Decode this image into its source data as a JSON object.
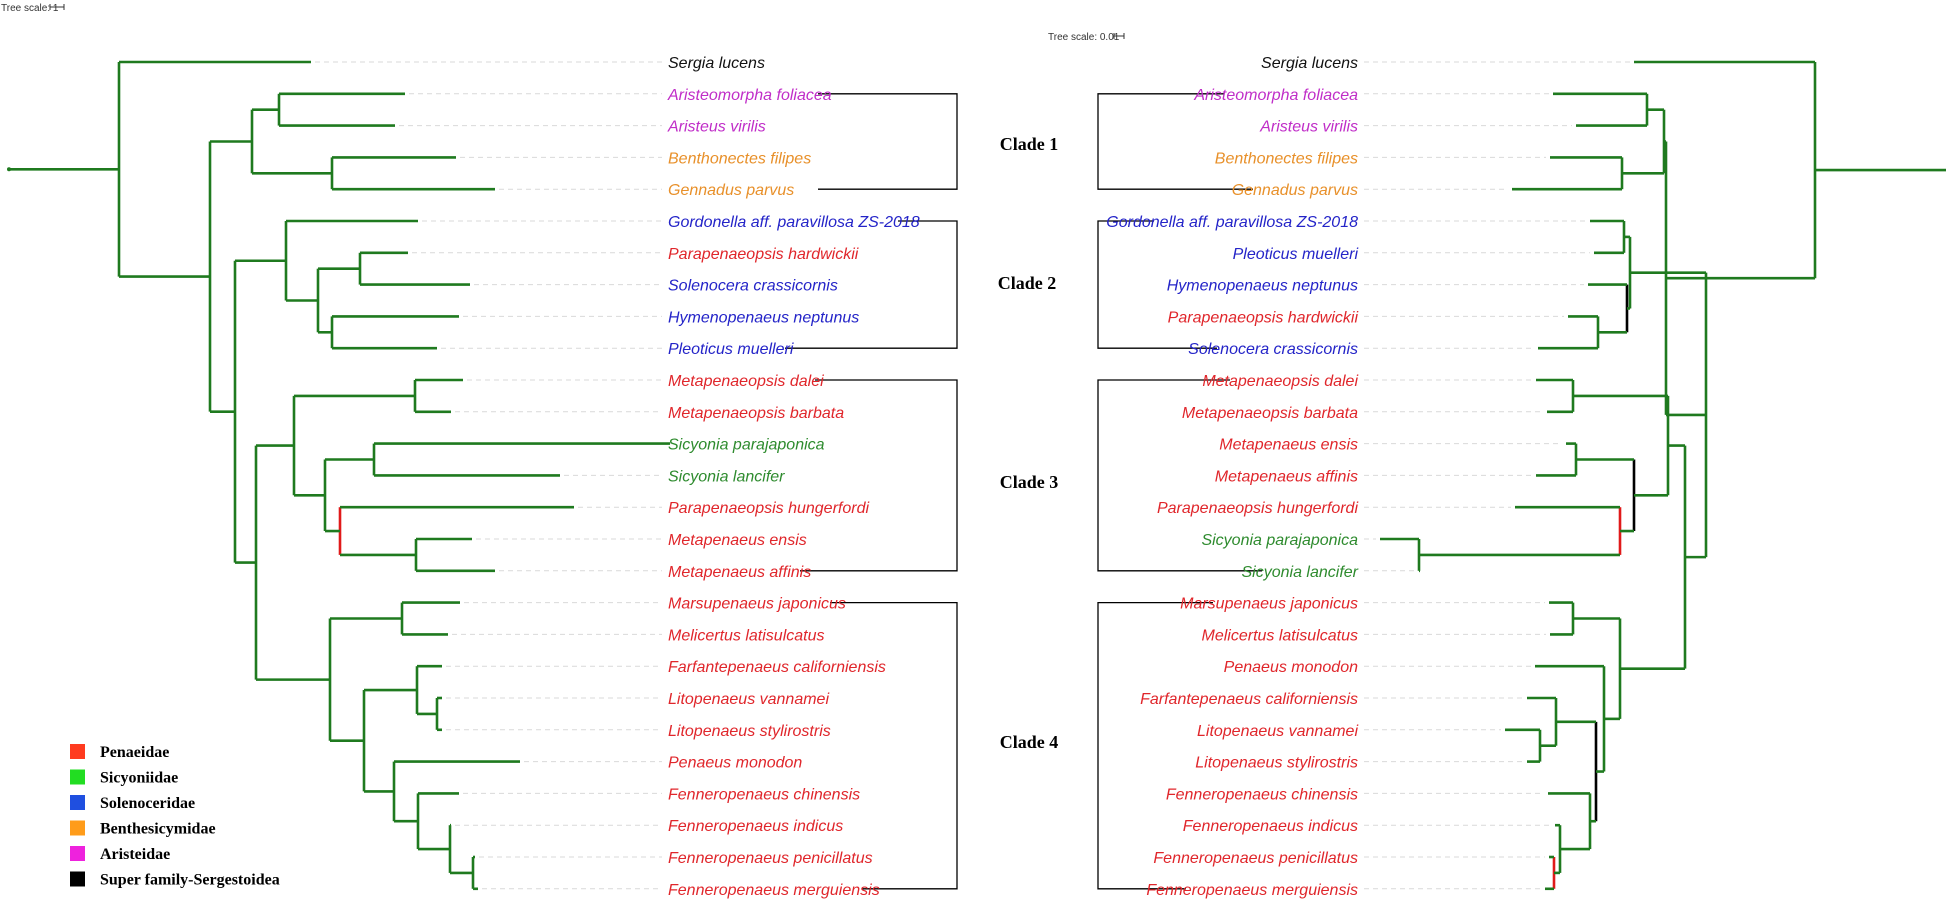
{
  "colors": {
    "branch": "#1f7a1f",
    "branch_highlight": "#e01a1a",
    "branch_dark": "#000000",
    "dashes": "#d9d9d9",
    "Penaeidae": "#e0262b",
    "Sicyoniidae": "#2e8b2e",
    "Solenoceridae": "#2424c8",
    "Benthesicymidae": "#e8902a",
    "Aristeidae": "#c02ec8",
    "Sergestoidea": "#111111"
  },
  "left_tree": {
    "scale_label": "Tree scale: 1",
    "taxa": [
      {
        "name": "Sergia lucens",
        "family": "Sergestoidea"
      },
      {
        "name": "Aristeomorpha foliacea",
        "family": "Aristeidae"
      },
      {
        "name": "Aristeus virilis",
        "family": "Aristeidae"
      },
      {
        "name": "Benthonectes filipes",
        "family": "Benthesicymidae"
      },
      {
        "name": "Gennadus parvus",
        "family": "Benthesicymidae"
      },
      {
        "name": "Gordonella aff. paravillosa ZS-2018",
        "family": "Solenoceridae"
      },
      {
        "name": "Parapenaeopsis hardwickii",
        "family": "Penaeidae"
      },
      {
        "name": "Solenocera crassicornis",
        "family": "Solenoceridae"
      },
      {
        "name": "Hymenopenaeus neptunus",
        "family": "Solenoceridae"
      },
      {
        "name": "Pleoticus muelleri",
        "family": "Solenoceridae"
      },
      {
        "name": "Metapenaeopsis dalei",
        "family": "Penaeidae"
      },
      {
        "name": "Metapenaeopsis barbata",
        "family": "Penaeidae"
      },
      {
        "name": "Sicyonia parajaponica",
        "family": "Sicyoniidae"
      },
      {
        "name": "Sicyonia lancifer",
        "family": "Sicyoniidae"
      },
      {
        "name": "Parapenaeopsis hungerfordi",
        "family": "Penaeidae"
      },
      {
        "name": "Metapenaeus ensis",
        "family": "Penaeidae"
      },
      {
        "name": "Metapenaeus affinis",
        "family": "Penaeidae"
      },
      {
        "name": "Marsupenaeus japonicus",
        "family": "Penaeidae"
      },
      {
        "name": "Melicertus latisulcatus",
        "family": "Penaeidae"
      },
      {
        "name": "Farfantepenaeus californiensis",
        "family": "Penaeidae"
      },
      {
        "name": "Litopenaeus vannamei",
        "family": "Penaeidae"
      },
      {
        "name": "Litopenaeus stylirostris",
        "family": "Penaeidae"
      },
      {
        "name": "Penaeus monodon",
        "family": "Penaeidae"
      },
      {
        "name": "Fenneropenaeus chinensis",
        "family": "Penaeidae"
      },
      {
        "name": "Fenneropenaeus indicus",
        "family": "Penaeidae"
      },
      {
        "name": "Fenneropenaeus penicillatus",
        "family": "Penaeidae"
      },
      {
        "name": "Fenneropenaeus merguiensis",
        "family": "Penaeidae"
      }
    ]
  },
  "right_tree": {
    "scale_label": "Tree scale: 0.01",
    "taxa": [
      {
        "name": "Sergia lucens",
        "family": "Sergestoidea"
      },
      {
        "name": "Aristeomorpha foliacea",
        "family": "Aristeidae"
      },
      {
        "name": "Aristeus virilis",
        "family": "Aristeidae"
      },
      {
        "name": "Benthonectes filipes",
        "family": "Benthesicymidae"
      },
      {
        "name": "Gennadus parvus",
        "family": "Benthesicymidae"
      },
      {
        "name": "Gordonella aff. paravillosa ZS-2018",
        "family": "Solenoceridae"
      },
      {
        "name": "Pleoticus muelleri",
        "family": "Solenoceridae"
      },
      {
        "name": "Hymenopenaeus neptunus",
        "family": "Solenoceridae"
      },
      {
        "name": "Parapenaeopsis hardwickii",
        "family": "Penaeidae"
      },
      {
        "name": "Solenocera crassicornis",
        "family": "Solenoceridae"
      },
      {
        "name": "Metapenaeopsis dalei",
        "family": "Penaeidae"
      },
      {
        "name": "Metapenaeopsis barbata",
        "family": "Penaeidae"
      },
      {
        "name": "Metapenaeus ensis",
        "family": "Penaeidae"
      },
      {
        "name": "Metapenaeus affinis",
        "family": "Penaeidae"
      },
      {
        "name": "Parapenaeopsis hungerfordi",
        "family": "Penaeidae"
      },
      {
        "name": "Sicyonia parajaponica",
        "family": "Sicyoniidae"
      },
      {
        "name": "Sicyonia lancifer",
        "family": "Sicyoniidae"
      },
      {
        "name": "Marsupenaeus japonicus",
        "family": "Penaeidae"
      },
      {
        "name": "Melicertus latisulcatus",
        "family": "Penaeidae"
      },
      {
        "name": "Penaeus monodon",
        "family": "Penaeidae"
      },
      {
        "name": "Farfantepenaeus californiensis",
        "family": "Penaeidae"
      },
      {
        "name": "Litopenaeus vannamei",
        "family": "Penaeidae"
      },
      {
        "name": "Litopenaeus stylirostris",
        "family": "Penaeidae"
      },
      {
        "name": "Fenneropenaeus chinensis",
        "family": "Penaeidae"
      },
      {
        "name": "Fenneropenaeus indicus",
        "family": "Penaeidae"
      },
      {
        "name": "Fenneropenaeus penicillatus",
        "family": "Penaeidae"
      },
      {
        "name": "Fenneropenaeus merguiensis",
        "family": "Penaeidae"
      }
    ]
  },
  "clades": [
    {
      "label": "Clade 1"
    },
    {
      "label": "Clade 2"
    },
    {
      "label": "Clade 3"
    },
    {
      "label": "Clade 4"
    }
  ],
  "legend": [
    {
      "label": "Penaeidae",
      "color": "#ff3b1f"
    },
    {
      "label": "Sicyoniidae",
      "color": "#22dd22"
    },
    {
      "label": "Solenoceridae",
      "color": "#1f4fe0"
    },
    {
      "label": "Benthesicymidae",
      "color": "#ff9c1a"
    },
    {
      "label": "Aristeidae",
      "color": "#ee22dd"
    },
    {
      "label": "Super family-Sergestoidea",
      "color": "#000000"
    }
  ]
}
